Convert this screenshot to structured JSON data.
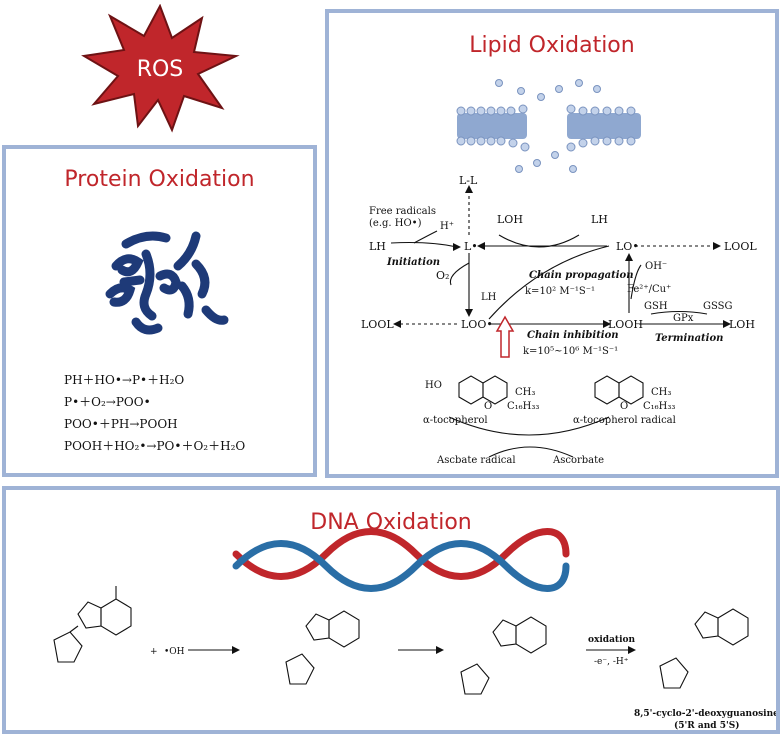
{
  "ros": {
    "label": "ROS",
    "color": "#c0262b"
  },
  "protein": {
    "title": "Protein Oxidation",
    "equations": [
      "PH＋HO•→P•＋H₂O",
      "P•＋O₂→POO•",
      "POO•＋PH→POOH",
      "POOH＋HO₂•→PO•＋O₂＋H₂O"
    ]
  },
  "lipid": {
    "title": "Lipid Oxidation",
    "labels": {
      "ll": "L-L",
      "free_radicals_1": "Free radicals",
      "free_radicals_2": "(e.g. HO•)",
      "h_plus": "H⁺",
      "lh_left": "LH",
      "initiation": "Initiation",
      "l_rad": "L•",
      "loh_top": "LOH",
      "lh_top_right": "LH",
      "lo_rad": "LO•",
      "lool_right": "LOOL",
      "oh_minus": "OH⁻",
      "fe_cu": "Fe²⁺/Cu⁺",
      "o2": "O₂",
      "chain_propagation": "Chain propagation",
      "k_prop": "k=10² M⁻¹S⁻¹",
      "lh_mid": "LH",
      "lool_left": "LOOL",
      "loo_rad": "LOO•",
      "looh": "LOOH",
      "gsh": "GSH",
      "gpx": "GPx",
      "gssg": "GSSG",
      "loh_right": "LOH",
      "termination": "Termination",
      "chain_inhibition": "Chain inhibition",
      "k_inhib": "k=10⁵~10⁶ M⁻¹S⁻¹",
      "ho": "HO",
      "ch3_a": "CH₃",
      "c16_a": "C₁₆H₃₃",
      "o_a": "O",
      "ch3_b": "CH₃",
      "c16_b": "C₁₆H₃₃",
      "o_b": "O",
      "toco": "α-tocopherol",
      "toco_rad": "α-tocopherol radical",
      "ascbate_rad": "Ascbate radical",
      "ascorbate": "Ascorbate"
    }
  },
  "dna": {
    "title": "DNA Oxidation",
    "labels": {
      "oh_radical": "•OH",
      "plus": "+",
      "oxidation": "oxidation",
      "conditions": "-e⁻, -H⁺",
      "product1": "8,5'-cyclo-2'-deoxyguanosine",
      "product2": "(5'R and 5'S)"
    }
  },
  "colors": {
    "title_red": "#c0262b",
    "panel_border": "#9fb3d6",
    "protein_blue": "#1e3a78",
    "helix_red": "#c0262b",
    "helix_blue": "#2a6ea6",
    "membrane": "#8fa8d0"
  }
}
